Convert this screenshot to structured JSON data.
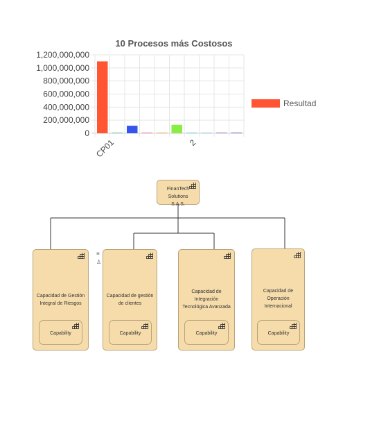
{
  "chart_data": {
    "type": "bar",
    "title": "10 Procesos más Costosos",
    "yticks": [
      "1,200,000,000",
      "1,000,000,000",
      "800,000,000",
      "600,000,000",
      "400,000,000",
      "200,000,000",
      "0"
    ],
    "ylim": [
      0,
      1200000000
    ],
    "xticks": [
      "CP01",
      "2"
    ],
    "legend": {
      "label": "Resultad",
      "color": "#ff5533",
      "position": "right"
    },
    "grid": true,
    "bars": [
      {
        "value": 1100000000,
        "color": "#ff5533"
      },
      {
        "value": 2000000,
        "color": "#66cc99"
      },
      {
        "value": 115000000,
        "color": "#3355ee"
      },
      {
        "value": 3000000,
        "color": "#ff77aa"
      },
      {
        "value": 4000000,
        "color": "#ffaa66"
      },
      {
        "value": 130000000,
        "color": "#88ee44"
      },
      {
        "value": 2000000,
        "color": "#66ddcc"
      },
      {
        "value": 2000000,
        "color": "#99ccee"
      },
      {
        "value": 3000000,
        "color": "#aa77cc"
      },
      {
        "value": 3000000,
        "color": "#8866cc"
      }
    ]
  },
  "org": {
    "root": {
      "label": "FinanTech Solutions S.A.S."
    },
    "children": [
      {
        "label": "Capacidad de Gestión Integral de Riesgos",
        "sub_label": "Capability"
      },
      {
        "label": "Capacidad de gestión de clientes",
        "sub_label": "Capability"
      },
      {
        "label": "Capacidad de Integración Tecnológica Avanzada",
        "sub_label": "Capability"
      },
      {
        "label": "Capacidad de Operación Internacional",
        "sub_label": "Capability"
      }
    ],
    "side_glyphs": [
      "≡",
      "♙"
    ]
  }
}
